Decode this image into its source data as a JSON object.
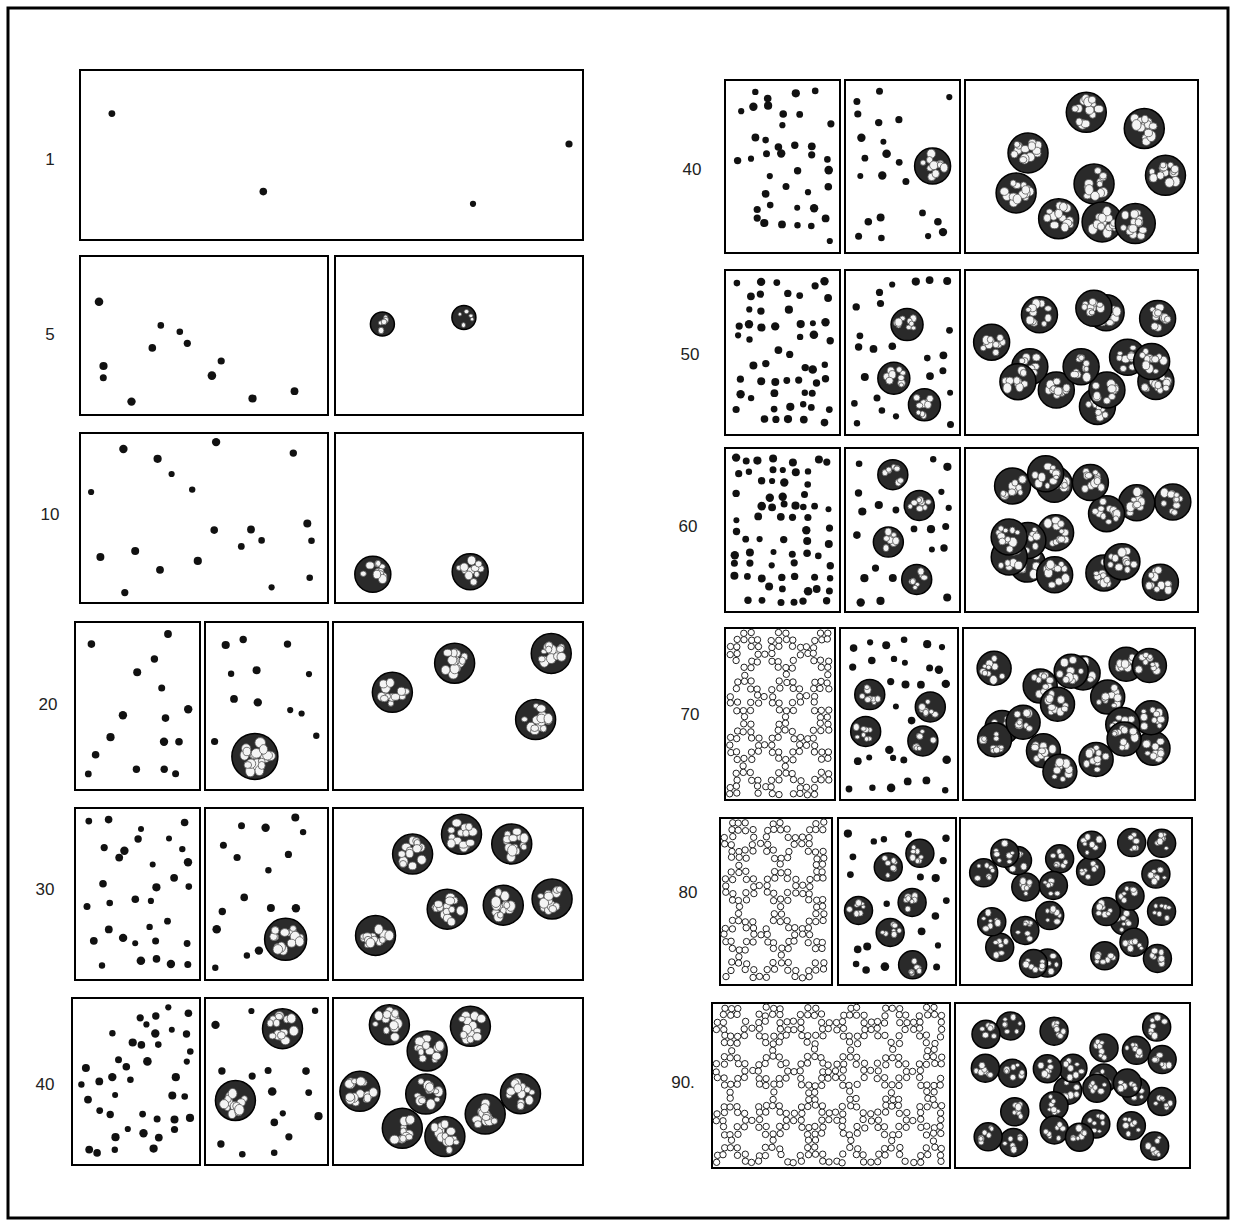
{
  "diagram": {
    "labels": [
      "1",
      "5",
      "10",
      "20",
      "30",
      "40",
      "40",
      "50",
      "60",
      "70",
      "80",
      "90."
    ]
  }
}
